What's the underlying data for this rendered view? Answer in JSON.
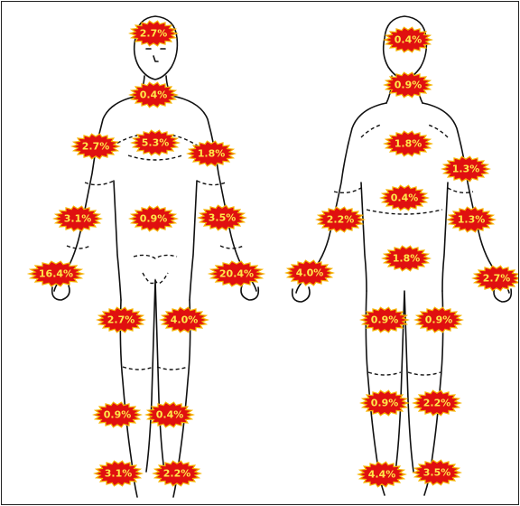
{
  "style": {
    "burst_fill": "#e01010",
    "burst_edge": "#f5b400",
    "label_color": "#ffe84a"
  },
  "front": {
    "head": "2.7%",
    "neck": "0.4%",
    "chest": "5.3%",
    "right_shoulder": "2.7%",
    "left_shoulder": "1.8%",
    "right_forearm": "3.1%",
    "abdomen": "0.9%",
    "left_forearm": "3.5%",
    "right_hand": "16.4%",
    "left_hand": "20.4%",
    "right_thigh": "2.7%",
    "left_thigh": "4.0%",
    "right_shin": "0.9%",
    "left_shin": "0.4%",
    "right_foot": "3.1%",
    "left_foot": "2.2%"
  },
  "back": {
    "head": "0.4%",
    "neck": "0.9%",
    "upper_back": "1.8%",
    "right_shoulder": "1.3%",
    "mid_back": "0.4%",
    "left_arm": "2.2%",
    "right_arm": "1.3%",
    "lower_back": "1.8%",
    "left_hand": "4.0%",
    "right_hand": "2.7%",
    "left_thigh": "0.9%",
    "right_thigh": "0.9%",
    "left_calf": "0.9%",
    "right_calf": "2.2%",
    "left_heel": "4.4%",
    "right_heel": "3.5%"
  }
}
